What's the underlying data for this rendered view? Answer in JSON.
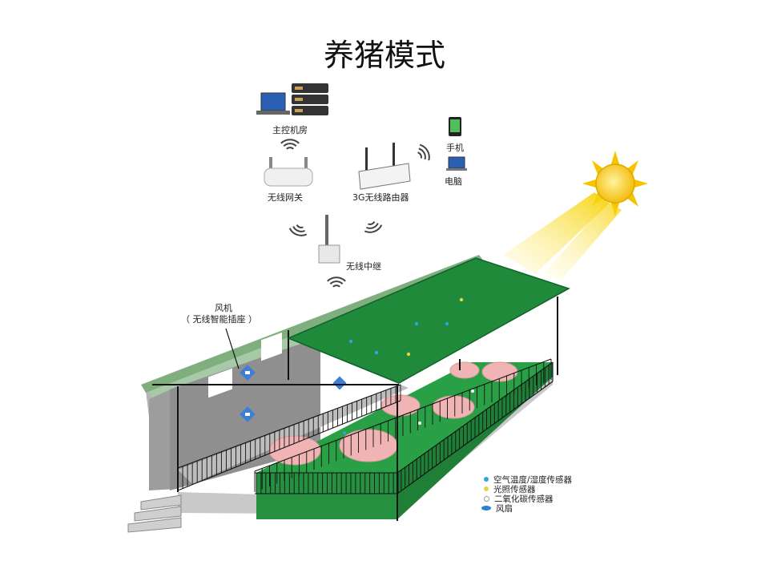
{
  "title": "养猪模式",
  "labels": {
    "control_room": "主控机房",
    "wireless_gateway": "无线网关",
    "router_3g": "3G无线路由器",
    "phone": "手机",
    "computer": "电脑",
    "wireless_relay": "无线中继",
    "fan": "风机",
    "fan_sub": "（ 无线智能插座 ）"
  },
  "legend": [
    {
      "label": "空气温度/湿度传感器",
      "color": "#2fa7d8",
      "shape": "dot"
    },
    {
      "label": "光照传感器",
      "color": "#e8d44a",
      "shape": "dot"
    },
    {
      "label": "二氧化碳传感器",
      "color": "#ffffff",
      "shape": "dot"
    },
    {
      "label": "风扇",
      "color": "#2f7fd6",
      "shape": "fan"
    }
  ],
  "colors": {
    "roof": "#1e8a3a",
    "floor": "#2aa046",
    "wall": "#9c9c9c",
    "sun": "#f5c400"
  }
}
